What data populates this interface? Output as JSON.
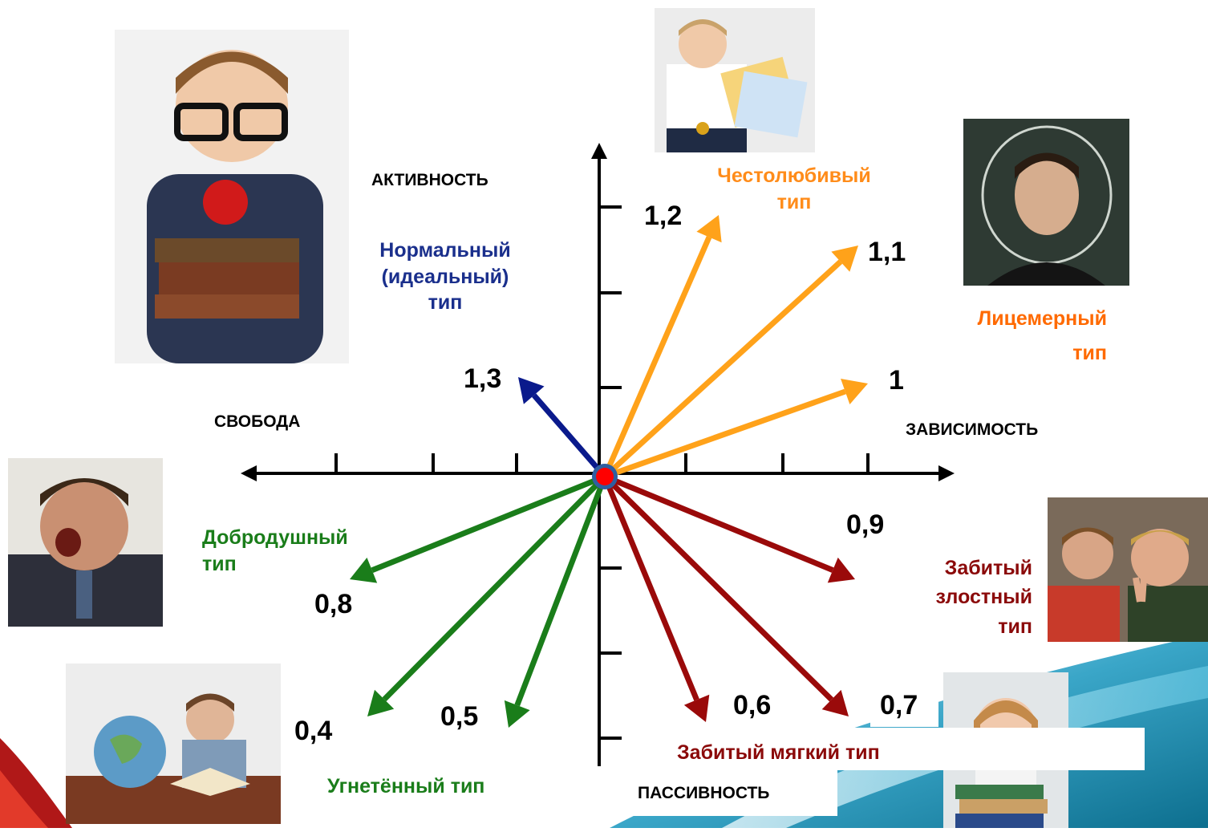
{
  "axes": {
    "top": "АКТИВНОСТЬ",
    "bottom": "ПАССИВНОСТЬ",
    "left": "СВОБОДА",
    "right": "ЗАВИСИМОСТЬ"
  },
  "types": {
    "normal": {
      "lines": [
        "Нормальный",
        "(идеальный)",
        "тип"
      ],
      "color": "#1a2f8c"
    },
    "ambitious": {
      "lines": [
        "Честолюбивый",
        "тип"
      ],
      "color": "#ff8c1a"
    },
    "hypocritical": {
      "lines": [
        "Лицемерный",
        "тип"
      ],
      "color": "#ff6a00"
    },
    "goodnatured": {
      "lines": [
        "Добродушный",
        "тип"
      ],
      "color": "#1a7d1a"
    },
    "oppressed": {
      "lines": [
        "Угнетённый тип"
      ],
      "color": "#1a7d1a"
    },
    "downtrodden_angry": {
      "lines": [
        "Забитый",
        "злостный",
        "тип"
      ],
      "color": "#8b0a0a"
    },
    "downtrodden_soft": {
      "lines": [
        "Забитый мягкий тип"
      ],
      "color": "#8b0a0a"
    }
  },
  "arrows": [
    {
      "id": "1,3",
      "label": "1,3",
      "color": "#0a1a8c"
    },
    {
      "id": "1,2",
      "label": "1,2",
      "color": "#ffa21a"
    },
    {
      "id": "1,1",
      "label": "1,1",
      "color": "#ffa21a"
    },
    {
      "id": "1",
      "label": "1",
      "color": "#ffa21a"
    },
    {
      "id": "0,9",
      "label": "0,9",
      "color": "#9a0a0a"
    },
    {
      "id": "0,8",
      "label": "0,8",
      "color": "#1a7d1a"
    },
    {
      "id": "0,7",
      "label": "0,7",
      "color": "#9a0a0a"
    },
    {
      "id": "0,6",
      "label": "0,6",
      "color": "#9a0a0a"
    },
    {
      "id": "0,5",
      "label": "0,5",
      "color": "#1a7d1a"
    },
    {
      "id": "0,4",
      "label": "0,4",
      "color": "#1a7d1a"
    }
  ],
  "photos": [
    {
      "id": "boy-glasses-books",
      "subject": "boy with glasses holding books and apple"
    },
    {
      "id": "boy-diplomas",
      "subject": "smiling boy with diplomas and medals"
    },
    {
      "id": "young-man-chalkboard",
      "subject": "young man with chalk halo on blackboard"
    },
    {
      "id": "yawning-boy",
      "subject": "yawning boy at school desk"
    },
    {
      "id": "boy-globe",
      "subject": "boy reading at desk with globe"
    },
    {
      "id": "two-boys",
      "subject": "two grinning boys making V sign"
    },
    {
      "id": "girl-books",
      "subject": "girl holding books looking up"
    }
  ]
}
